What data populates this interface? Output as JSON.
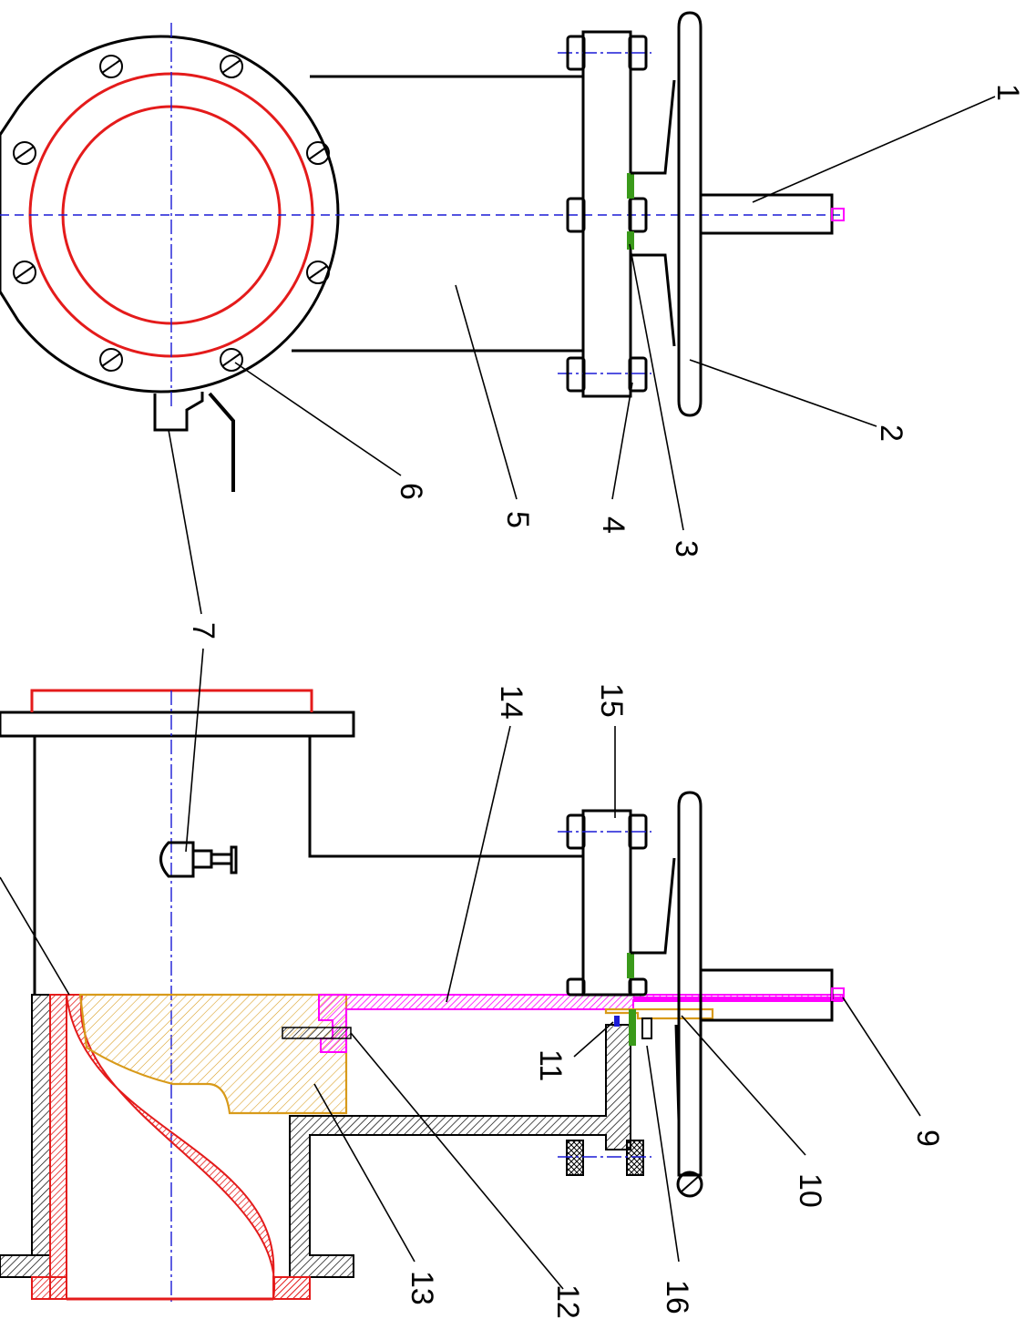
{
  "figure": {
    "labels": [
      {
        "id": "1",
        "text": "1"
      },
      {
        "id": "2",
        "text": "2"
      },
      {
        "id": "3",
        "text": "3"
      },
      {
        "id": "4",
        "text": "4"
      },
      {
        "id": "5",
        "text": "5"
      },
      {
        "id": "6",
        "text": "6"
      },
      {
        "id": "7",
        "text": "7"
      },
      {
        "id": "9",
        "text": "9"
      },
      {
        "id": "10",
        "text": "10"
      },
      {
        "id": "11",
        "text": "11"
      },
      {
        "id": "12",
        "text": "12"
      },
      {
        "id": "13",
        "text": "13"
      },
      {
        "id": "14",
        "text": "14"
      },
      {
        "id": "15",
        "text": "15"
      },
      {
        "id": "16",
        "text": "16"
      }
    ],
    "colors": {
      "outline": "#000000",
      "seat_ring": "#e41b1b",
      "centerline": "#1a1ad6",
      "stem": "#ff00ff",
      "gland": "#d89a1a",
      "packing": "#3a9a1a",
      "hatch": "#000000"
    }
  }
}
